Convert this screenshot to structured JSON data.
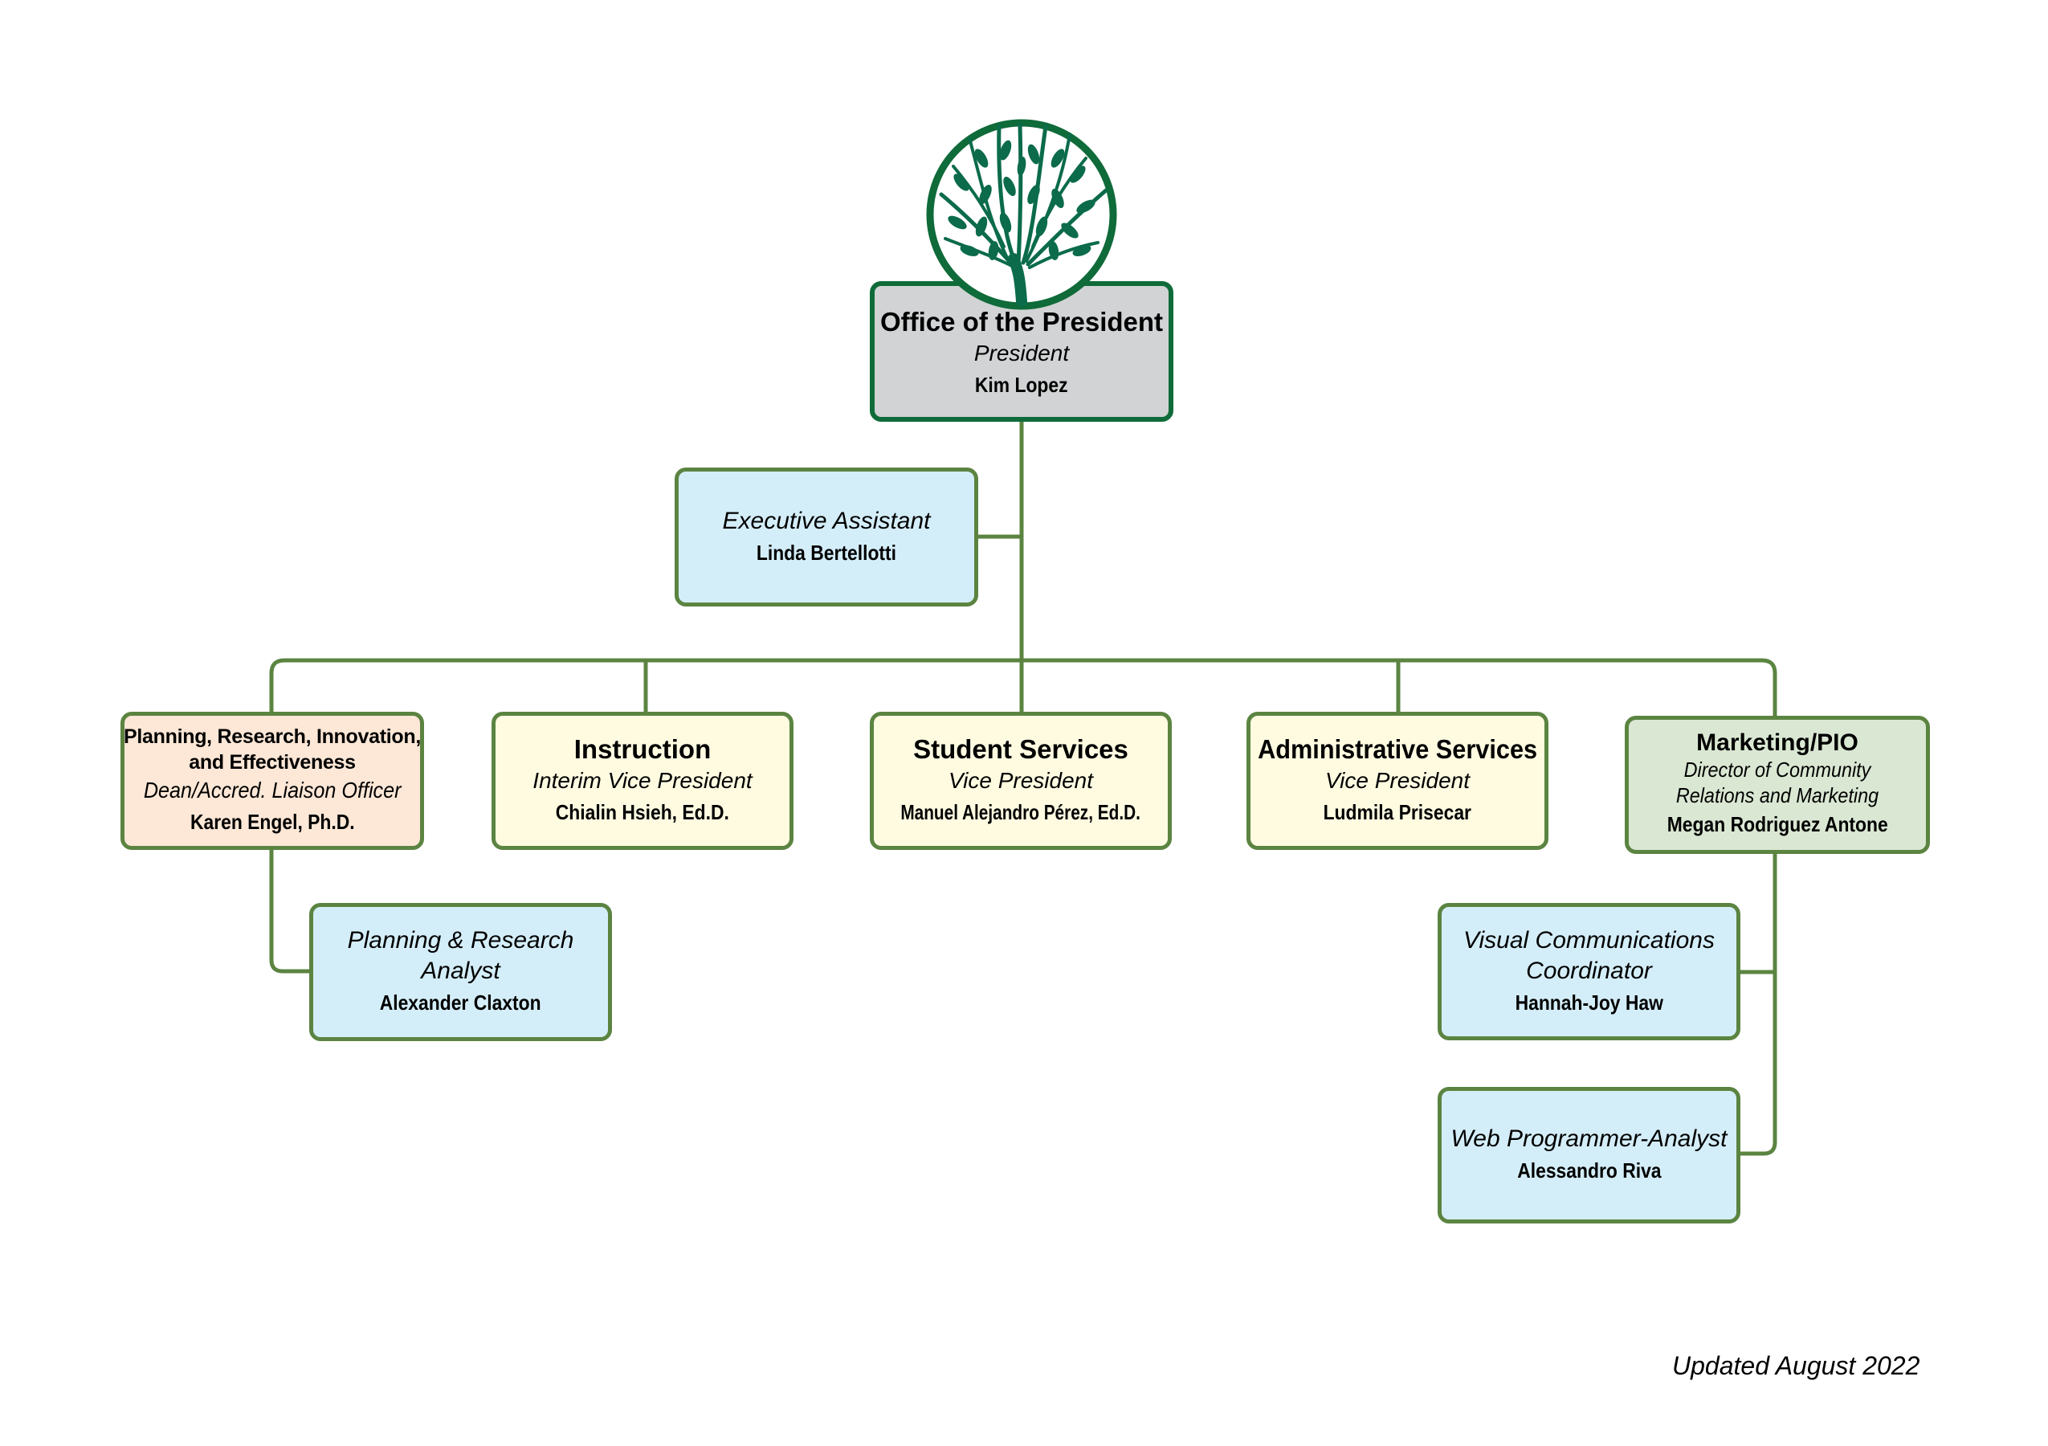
{
  "colors": {
    "connector": "#5b8441",
    "president_border": "#0f6b39",
    "logo_green": "#0b6b45",
    "president_fill": "#d1d3d4",
    "staff_fill": "#d4eef9",
    "planning_fill": "#fde7d6",
    "vp_fill": "#fefbe1",
    "marketing_fill": "#dae8d3"
  },
  "logo": {
    "icon": "tree-in-circle-logo"
  },
  "president": {
    "title": "Office of the President",
    "role": "President",
    "name": "Kim Lopez"
  },
  "executive_assistant": {
    "role": "Executive Assistant",
    "name": "Linda Bertellotti"
  },
  "divisions": [
    {
      "title": "Planning, Research, Innovation, and Effectiveness",
      "role": "Dean/Accred. Liaison Officer",
      "name": "Karen Engel, Ph.D."
    },
    {
      "title": "Instruction",
      "role": "Interim Vice President",
      "name": "Chialin Hsieh, Ed.D."
    },
    {
      "title": "Student Services",
      "role": "Vice President",
      "name": "Manuel Alejandro Pérez, Ed.D."
    },
    {
      "title": "Administrative Services",
      "role": "Vice President",
      "name": "Ludmila Prisecar"
    },
    {
      "title": "Marketing/PIO",
      "role": "Director of Community Relations and Marketing",
      "name": "Megan Rodriguez Antone"
    }
  ],
  "planning_staff": [
    {
      "role": "Planning & Research Analyst",
      "name": "Alexander Claxton"
    }
  ],
  "marketing_staff": [
    {
      "role": "Visual Communications Coordinator",
      "name": "Hannah-Joy Haw"
    },
    {
      "role": "Web Programmer-Analyst",
      "name": "Alessandro Riva"
    }
  ],
  "footer": {
    "updated": "Updated August 2022"
  }
}
